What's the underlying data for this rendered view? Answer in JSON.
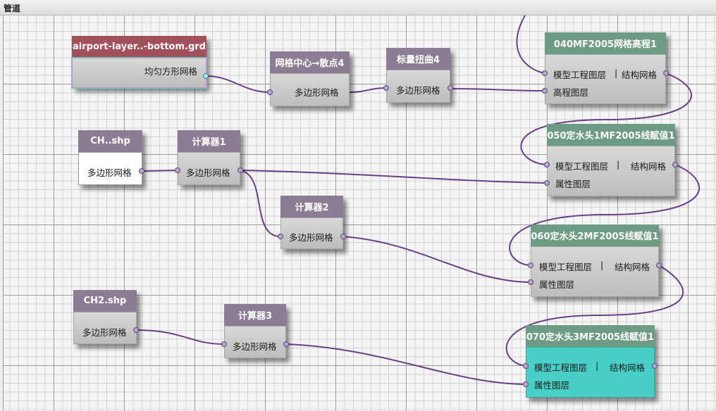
{
  "window": {
    "title": "管道"
  },
  "nodes": {
    "airport": {
      "title": "airport-layer..-bottom.grd",
      "out": "均匀方形网格"
    },
    "grid_center": {
      "title": "网格中心→散点4",
      "in": "多边形网格"
    },
    "scalar_warp": {
      "title": "标量扭曲4",
      "in": "多边形网格"
    },
    "n040": {
      "title": "040MF2005网格高程1",
      "in1": "模型工程图层",
      "sep": "|",
      "out": "结构网格",
      "in2": "高程图层"
    },
    "ch": {
      "title": "CH..shp",
      "out": "多边形网格"
    },
    "calc1": {
      "title": "计算器1",
      "in": "多边形网格"
    },
    "n050": {
      "title": "050定水头1MF2005线赋值1",
      "in1": "模型工程图层",
      "sep": "|",
      "out": "结构网格",
      "in2": "属性图层"
    },
    "calc2": {
      "title": "计算器2",
      "in": "多边形网格"
    },
    "n060": {
      "title": "060定水头2MF2005线赋值1",
      "in1": "模型工程图层",
      "sep": "|",
      "out": "结构网格",
      "in2": "属性图层"
    },
    "ch2": {
      "title": "CH2.shp",
      "out": "多边形网格"
    },
    "calc3": {
      "title": "计算器3",
      "in": "多边形网格"
    },
    "n070": {
      "title": "070定水头3MF2005线赋值1",
      "in1": "模型工程图层",
      "sep": "|",
      "out": "结构网格",
      "in2": "属性图层"
    }
  },
  "colors": {
    "header_purple": "#8c7d95",
    "header_red": "#a3505d",
    "header_green": "#6d9b83",
    "wire": "#6b3f86",
    "selected_body": "#47cfc8"
  }
}
